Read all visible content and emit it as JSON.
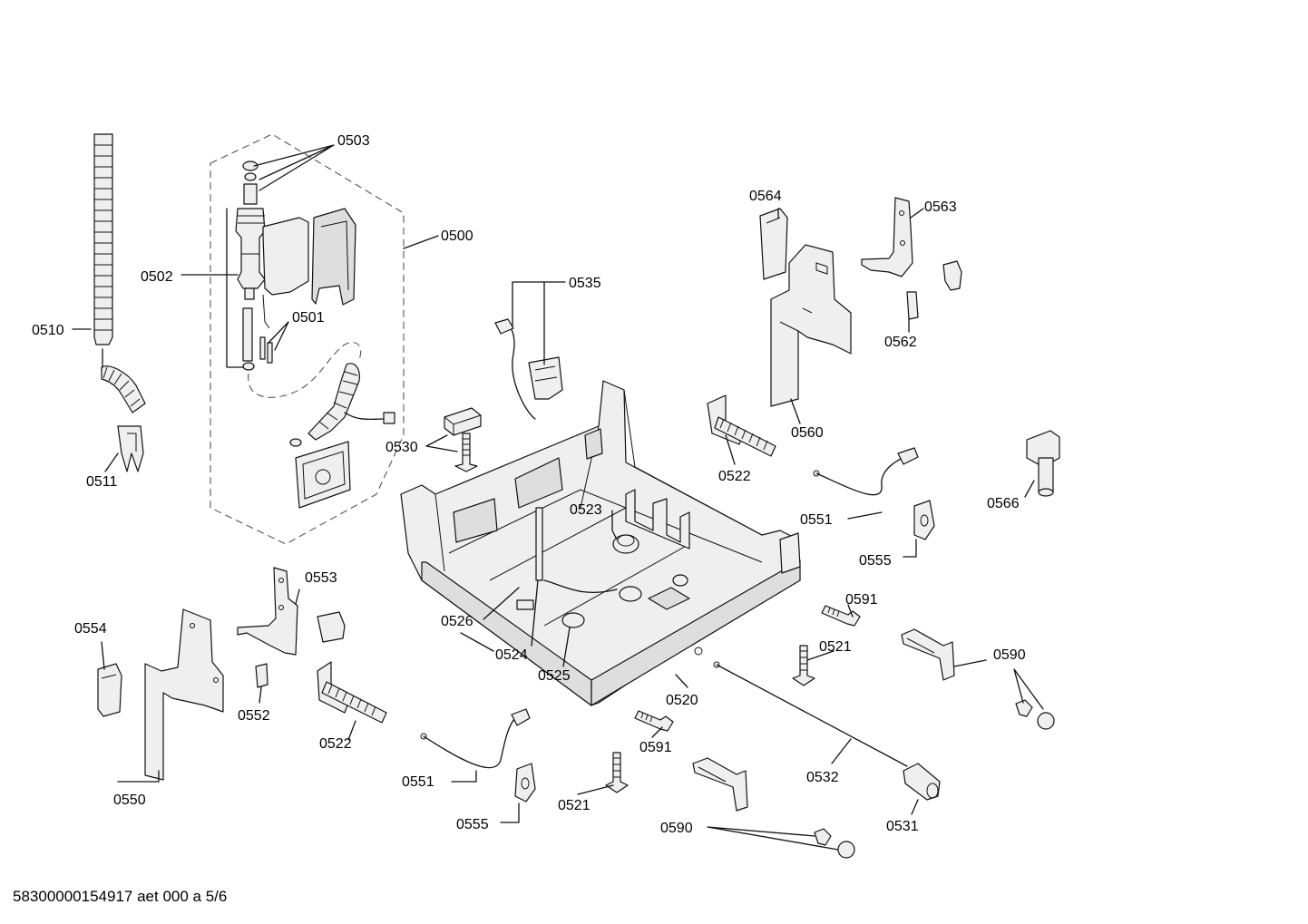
{
  "document_id": "58300000154917 aet 000 a 5/6",
  "part_labels": {
    "p0500": "0500",
    "p0501": "0501",
    "p0502": "0502",
    "p0503": "0503",
    "p0510": "0510",
    "p0511": "0511",
    "p0520": "0520",
    "p0521a": "0521",
    "p0521b": "0521",
    "p0522a": "0522",
    "p0522b": "0522",
    "p0523": "0523",
    "p0524": "0524",
    "p0525": "0525",
    "p0526": "0526",
    "p0530": "0530",
    "p0531": "0531",
    "p0532": "0532",
    "p0535": "0535",
    "p0550": "0550",
    "p0551a": "0551",
    "p0551b": "0551",
    "p0552": "0552",
    "p0553": "0553",
    "p0554": "0554",
    "p0555a": "0555",
    "p0555b": "0555",
    "p0560": "0560",
    "p0562": "0562",
    "p0563": "0563",
    "p0564": "0564",
    "p0566": "0566",
    "p0590a": "0590",
    "p0590b": "0590",
    "p0591a": "0591",
    "p0591b": "0591"
  }
}
